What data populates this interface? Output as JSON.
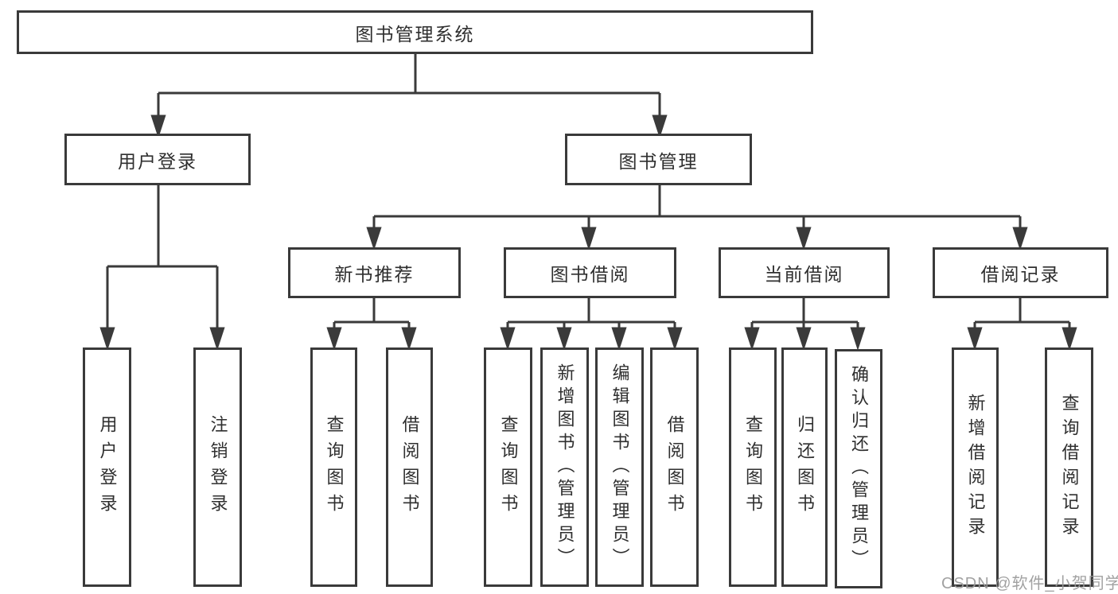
{
  "tree": {
    "root": {
      "label": "图书管理系统"
    },
    "branches": [
      {
        "label": "用户登录",
        "children": [
          {
            "label": "用户登录"
          },
          {
            "label": "注销登录"
          }
        ]
      },
      {
        "label": "图书管理",
        "children": [
          {
            "label": "新书推荐",
            "children": [
              {
                "label": "查询图书"
              },
              {
                "label": "借阅图书"
              }
            ]
          },
          {
            "label": "图书借阅",
            "children": [
              {
                "label": "查询图书"
              },
              {
                "label": "新增图书（管理员）"
              },
              {
                "label": "编辑图书（管理员）"
              },
              {
                "label": "借阅图书"
              }
            ]
          },
          {
            "label": "当前借阅",
            "children": [
              {
                "label": "查询图书"
              },
              {
                "label": "归还图书"
              },
              {
                "label": "确认归还（管理员）"
              }
            ]
          },
          {
            "label": "借阅记录",
            "children": [
              {
                "label": "新增借阅记录"
              },
              {
                "label": "查询借阅记录"
              }
            ]
          }
        ]
      }
    ]
  },
  "watermark": {
    "text": "CSDN @软件_小贺同学"
  },
  "colors": {
    "line": "#3a3a3a",
    "text": "#2f2f2f",
    "watermark": "#9a9a9a",
    "background": "#ffffff"
  }
}
